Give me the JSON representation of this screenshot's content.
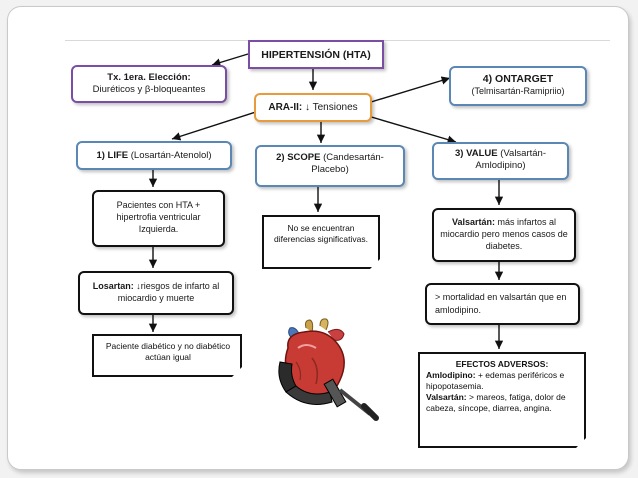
{
  "title": "HIPERTENSIÓN (HTA)",
  "first_line": {
    "label": "Tx. 1era. Elección:",
    "text": "Diuréticos y β-bloqueantes"
  },
  "ara": {
    "label": "ARA-II:",
    "text": "↓ Tensiones"
  },
  "ontarget": {
    "title": "4) ONTARGET",
    "sub": "(Telmisartán-Ramipriio)"
  },
  "life": {
    "title": "1) LIFE",
    "sub": "(Losartán-Atenolol)"
  },
  "scope": {
    "title": "2) SCOPE",
    "sub1": "(Candesartán-",
    "sub2": "Placebo)"
  },
  "value": {
    "title": "3) VALUE",
    "sub1": "(Valsartán-",
    "sub2": "Amlodipino)"
  },
  "life_notes": {
    "n1": "Pacientes con HTA + hipertrofia ventricular Izquierda.",
    "n2_label": "Losartan:",
    "n2_text": "↓riesgos de infarto al miocardio y muerte",
    "n3": "Paciente diabético y no diabético actúan igual"
  },
  "scope_note": "No se encuentran diferencias significativas.",
  "value_notes": {
    "n1_label": "Valsartán:",
    "n1_text": "más infartos al miocardio pero menos casos de diabetes.",
    "n2": "> mortalidad en valsartán que en amlodipino."
  },
  "adverse": {
    "title": "EFECTOS ADVERSOS:",
    "aml_label": "Amlodipino:",
    "aml_text": "+ edemas periféricos e hipopotasemia.",
    "val_label": "Valsartán:",
    "val_text": "> mareos, fatiga, dolor de cabeza, síncope, diarrea, angina."
  },
  "colors": {
    "purple": "#7a4fa3",
    "orange": "#e89b3c",
    "blue": "#5b87b5",
    "black": "#111111"
  },
  "icon": "heart-in-clamp-icon"
}
